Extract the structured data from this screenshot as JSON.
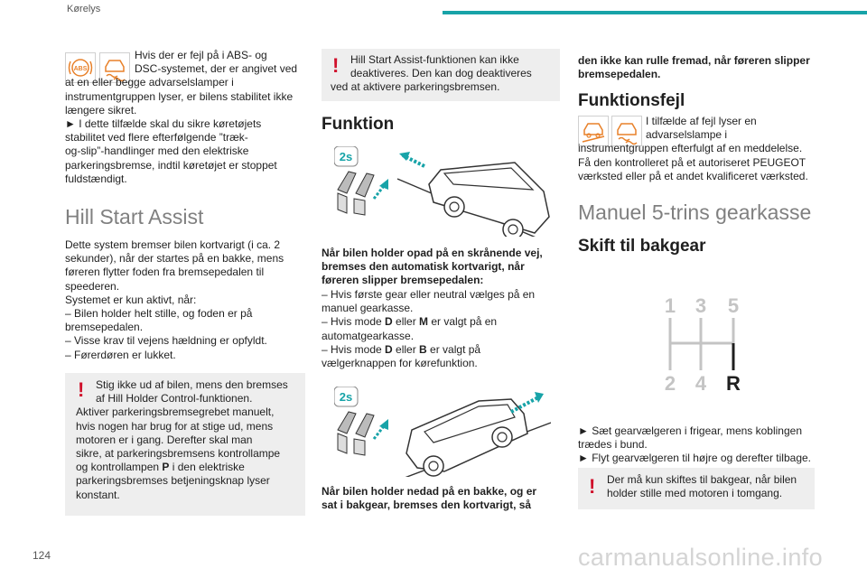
{
  "header": {
    "section": "Kørelys"
  },
  "page_number": "124",
  "watermark": "carmanualsonline.info",
  "icons": {
    "abs": "abs-warning-icon",
    "stability": "stability-control-icon",
    "hill_assist_a": "hill-assist-warning-icon",
    "hill_assist_b": "stability-control-icon"
  },
  "col1": {
    "intro": [
      "Hvis der er fejl på i ABS- og",
      "DSC-systemet, der er angivet ved",
      "at en eller begge advarselslamper i",
      "instrumentgruppen lyser, er bilens stabilitet ikke",
      "længere sikret.",
      "► I dette tilfælde skal du sikre køretøjets",
      "stabilitet ved flere efterfølgende ”træk-",
      "og-slip”-handlinger med den elektriske",
      "parkeringsbremse, indtil køretøjet er stoppet",
      "fuldstændigt."
    ],
    "heading": "Hill Start Assist",
    "para": [
      "Dette system bremser bilen kortvarigt (i ca. 2",
      "sekunder), når der startes på en bakke, mens",
      "føreren flytter foden fra bremsepedalen til",
      "speederen.",
      "Systemet er kun aktivt, når:",
      "– Bilen holder helt stille, og foden er på",
      "bremsepedalen.",
      "– Visse krav til vejens hældning er opfyldt.",
      "– Førerdøren er lukket."
    ],
    "warning": {
      "l1": "Stig ikke ud af bilen, mens den bremses",
      "l2": "af Hill Holder Control-funktionen.",
      "l3": "Aktiver parkeringsbremsegrebet manuelt,",
      "l4": "hvis nogen har brug for at stige ud, mens",
      "l5": "motoren er i gang. Derefter skal man",
      "l6": "sikre, at parkeringsbremsens kontrollampe",
      "l7a": "og kontrollampen ",
      "l7b": "P",
      "l7c": " i den elektriske",
      "l8": "parkeringsbremses betjeningsknap lyser",
      "l9": "konstant."
    }
  },
  "col2": {
    "warning": [
      "Hill Start Assist-funktionen kan ikke",
      "deaktiveres. Den kan dog deaktiveres",
      "ved at aktivere parkeringsbremsen."
    ],
    "heading": "Funktion",
    "badge1": "2s",
    "badge2": "2s",
    "uphill_intro": [
      "Når bilen holder opad på en skrånende vej,",
      "bremses den automatisk kortvarigt, når",
      "føreren slipper bremsepedalen:"
    ],
    "uphill_list": {
      "i1": "– Hvis første gear eller neutral vælges på en",
      "i2": "manuel gearkasse.",
      "i3a": "– Hvis mode ",
      "i3b": "D",
      "i3c": " eller ",
      "i3d": "M",
      "i3e": " er valgt på en",
      "i4": "automatgearkasse.",
      "i5a": "– Hvis mode ",
      "i5b": "D",
      "i5c": " eller  ",
      "i5d": "B",
      "i5e": "  er valgt på",
      "i6": "vælgerknappen for kørefunktion."
    },
    "downhill_intro": [
      "Når bilen holder nedad på en bakke, og er",
      "sat i bakgear, bremses den kortvarigt, så"
    ]
  },
  "col3": {
    "continued": [
      "den ikke kan rulle fremad, når føreren slipper",
      "bremsepedalen."
    ],
    "fault_heading": "Funktionsfejl",
    "fault_text": [
      "I tilfælde af fejl lyser en",
      "advarselslampe i",
      "instrumentgruppen efterfulgt af en meddelelse.",
      "Få den kontrolleret på et autoriseret PEUGEOT",
      "værksted eller på et andet kvalificeret værksted."
    ],
    "gearbox_heading": "Manuel 5-trins gearkasse",
    "reverse_heading": "Skift til bakgear",
    "gear_labels": {
      "g1": "1",
      "g2": "2",
      "g3": "3",
      "g4": "4",
      "g5": "5",
      "gR": "R"
    },
    "steps": [
      "► Sæt gearvælgeren i frigear, mens koblingen",
      "trædes i bund.",
      "► Flyt gearvælgeren til højre og derefter tilbage."
    ],
    "warning": [
      "Der må kun skiftes til bakgear, når bilen",
      "holder stille med motoren i tomgang."
    ]
  }
}
